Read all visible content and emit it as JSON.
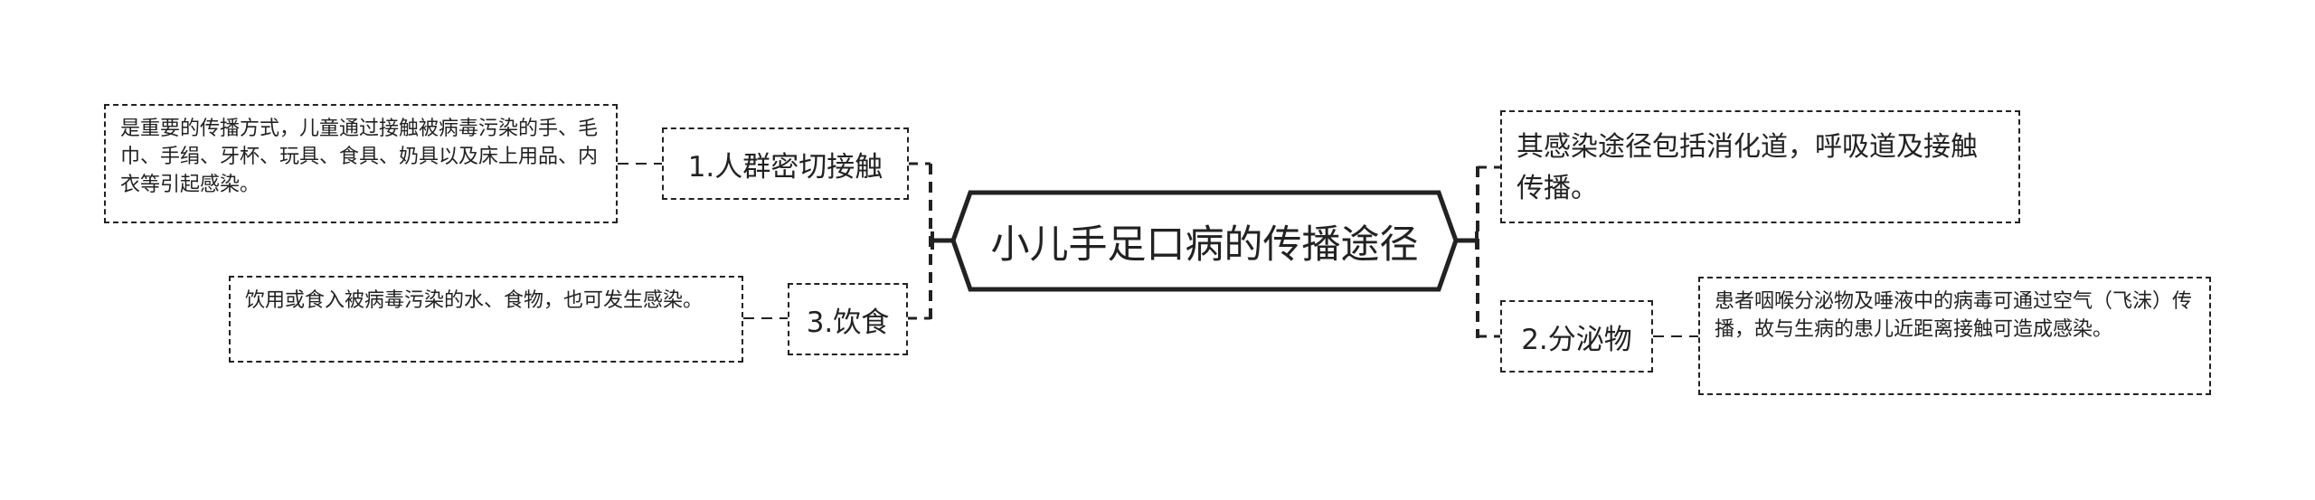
{
  "root": {
    "label": "小儿手足口病的传播途径"
  },
  "branches": {
    "left": [
      {
        "label": "1.人群密切接触",
        "detail": "是重要的传播方式，儿童通过接触被病毒污染的手、毛巾、手绢、牙杯、玩具、食具、奶具以及床上用品、内衣等引起感染。"
      },
      {
        "label": "3.饮食",
        "detail": "饮用或食入被病毒污染的水、食物，也可发生感染。"
      }
    ],
    "right": [
      {
        "label": "",
        "detail": "其感染途径包括消化道，呼吸道及接触传播。"
      },
      {
        "label": "2.分泌物",
        "detail": "患者咽喉分泌物及唾液中的病毒可通过空气（飞沫）传播，故与生病的患儿近距离接触可造成感染。"
      }
    ]
  },
  "colors": {
    "line": "#222222",
    "text": "#222222",
    "background": "#ffffff"
  }
}
